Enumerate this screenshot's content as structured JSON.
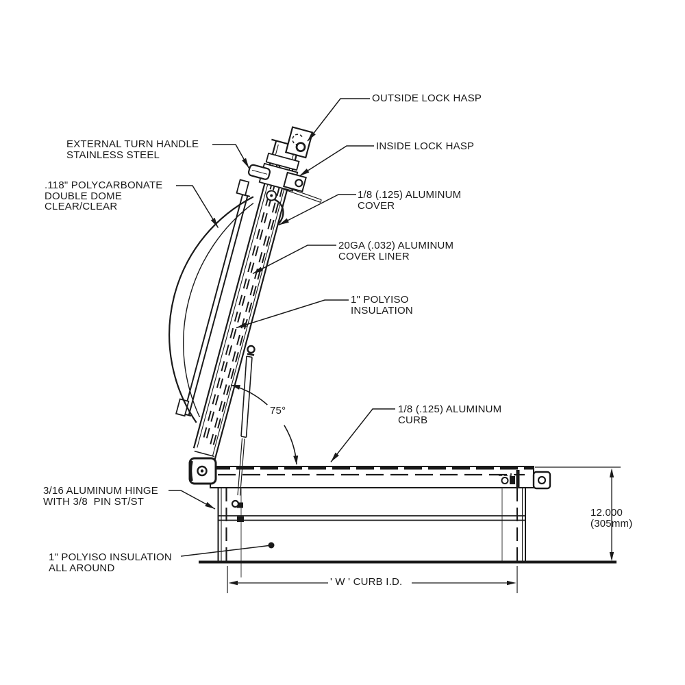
{
  "callouts": {
    "outside_lock_hasp": "OUTSIDE LOCK HASP",
    "inside_lock_hasp": "INSIDE LOCK HASP",
    "external_turn_handle_1": "EXTERNAL TURN HANDLE",
    "external_turn_handle_2": "STAINLESS STEEL",
    "dome_1": ".118\" POLYCARBONATE",
    "dome_2": "DOUBLE DOME",
    "dome_3": "CLEAR/CLEAR",
    "cover_1": "1/8 (.125) ALUMINUM",
    "cover_2": "COVER",
    "liner_1": "20GA (.032) ALUMINUM",
    "liner_2": "COVER LINER",
    "cover_insulation_1": "1\" POLYISO",
    "cover_insulation_2": "INSULATION",
    "curb_1": "1/8 (.125) ALUMINUM",
    "curb_2": "CURB",
    "hinge_1": "3/16 ALUMINUM HINGE",
    "hinge_2": "WITH 3/8  PIN ST/ST",
    "curb_insulation_1": "1\" POLYISO INSULATION",
    "curb_insulation_2": "ALL AROUND"
  },
  "dimensions": {
    "opening_angle": "75°",
    "curb_height_inches": "12.000",
    "curb_height_mm": "(305mm)",
    "curb_width_label": "' W ' CURB I.D."
  },
  "colors": {
    "line": "#1a1a1a",
    "background": "#ffffff"
  }
}
